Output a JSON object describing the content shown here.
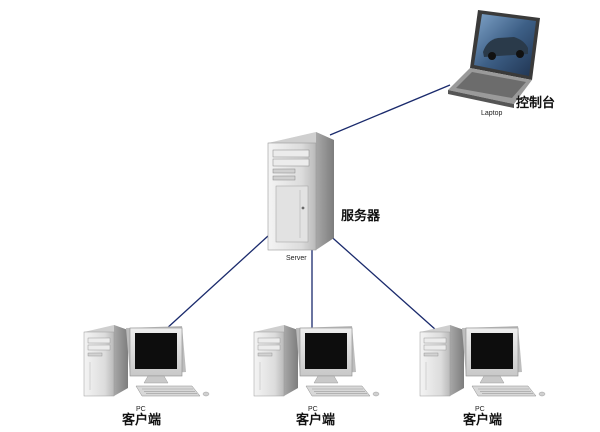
{
  "colors": {
    "link_line": "#1a2a6c",
    "case_light": "#e4e4e4",
    "case_dark": "#a9a9a9",
    "screen": "#0d0d0d",
    "laptop_screen": "#4a6f98"
  },
  "nodes": {
    "server": {
      "caption": "Server",
      "label": "服务器",
      "icon": "server-tower-icon"
    },
    "laptop": {
      "caption": "Laptop",
      "label": "控制台",
      "icon": "laptop-icon"
    },
    "clients": [
      {
        "caption": "PC",
        "label": "客户端",
        "icon": "desktop-pc-icon"
      },
      {
        "caption": "PC",
        "label": "客户端",
        "icon": "desktop-pc-icon"
      },
      {
        "caption": "PC",
        "label": "客户端",
        "icon": "desktop-pc-icon"
      }
    ]
  },
  "links": [
    {
      "from": "server",
      "to": "laptop"
    },
    {
      "from": "server",
      "to": "clients.0"
    },
    {
      "from": "server",
      "to": "clients.1"
    },
    {
      "from": "server",
      "to": "clients.2"
    }
  ]
}
